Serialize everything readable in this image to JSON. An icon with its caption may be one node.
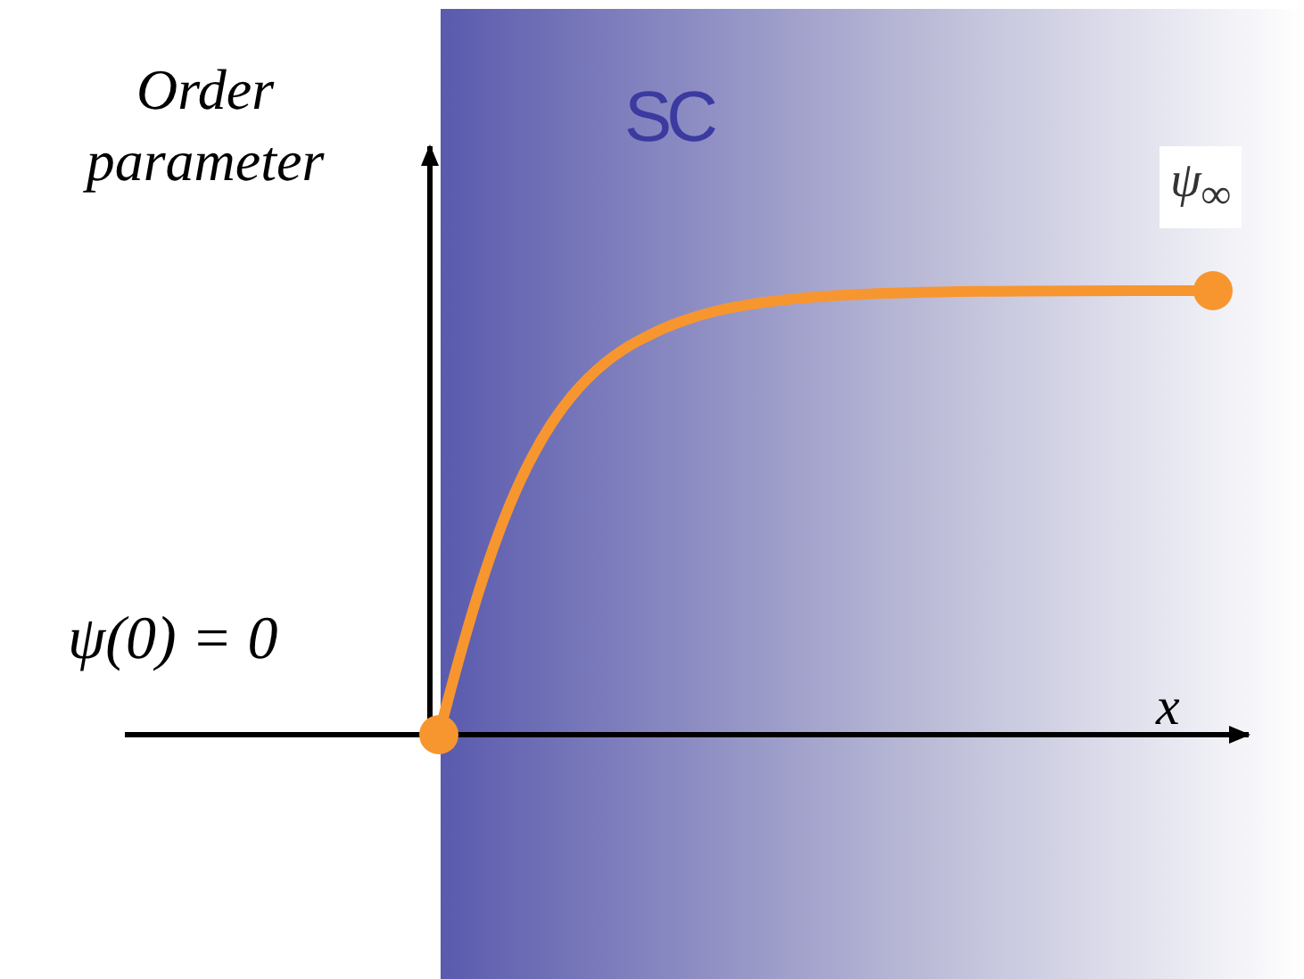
{
  "diagram": {
    "labels": [
      "Order parameter",
      "SC",
      "ψ$_{∞}$",
      "ψ(0) = 0",
      "x"
    ]
  }
}
